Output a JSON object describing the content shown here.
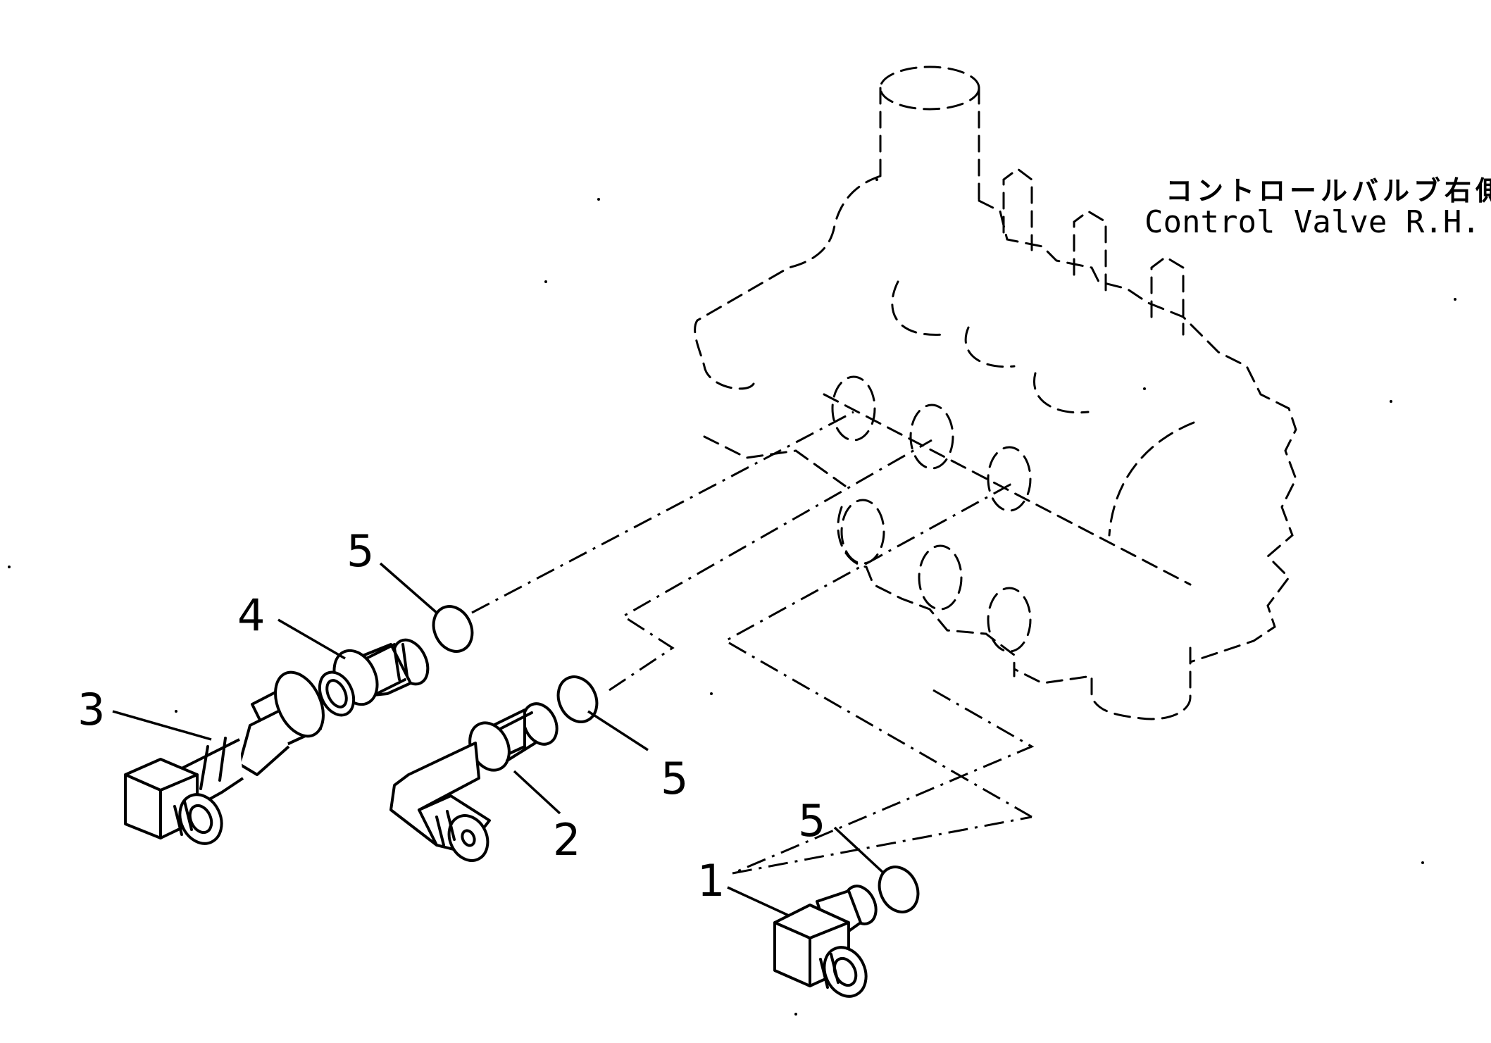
{
  "header": {
    "title_jp": "コントロールバルブ右側",
    "title_en": "Control Valve R.H."
  },
  "callouts": {
    "part1": "1",
    "part2": "2",
    "part3": "3",
    "part4": "4",
    "part5a": "5",
    "part5b": "5",
    "part5c": "5"
  }
}
